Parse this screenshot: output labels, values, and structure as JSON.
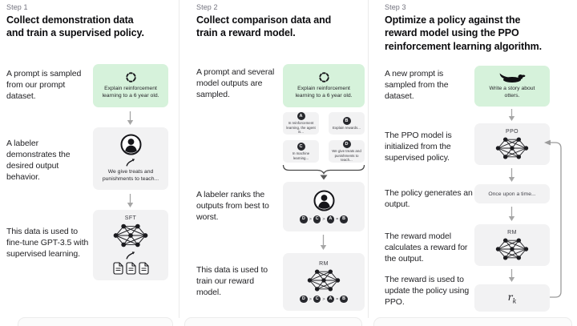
{
  "palette": {
    "green_box": "#d6f2db",
    "gray_box": "#f2f2f3",
    "dark_circle": "#27282d",
    "step_label_color": "#72727e",
    "arrow_color": "#a6a6a6",
    "divider_color": "#ebebeb"
  },
  "step1": {
    "label": "Step 1",
    "heading_lines": [
      "Collect demonstration data",
      "and train a supervised policy."
    ],
    "caption_prompt": "A prompt is sampled from our prompt dataset.",
    "prompt_text": "Explain reinforcement learning to a 6 year old.",
    "caption_labeler": "A labeler demonstrates the desired output behavior.",
    "labeler_text": "We give treats and punishments to teach...",
    "caption_finetune": "This data is used to fine-tune GPT-3.5 with supervised learning.",
    "model_label": "SFT"
  },
  "step2": {
    "label": "Step 2",
    "heading_lines": [
      "Collect comparison data and",
      "train a reward model."
    ],
    "caption_prompt": "A prompt and several model outputs are sampled.",
    "prompt_text": "Explain reinforcement learning to a 6 year old.",
    "answers": [
      {
        "letter": "A",
        "text": "In reinforcement learning, the agent is..."
      },
      {
        "letter": "B",
        "text": "Explain rewards..."
      },
      {
        "letter": "C",
        "text": "In machine learning..."
      },
      {
        "letter": "D",
        "text": "We give treats and punishments to teach..."
      }
    ],
    "caption_rank": "A labeler ranks the outputs from best to worst.",
    "ranking": {
      "letters": [
        "D",
        "C",
        "A",
        "B"
      ],
      "seps": [
        ">",
        ">",
        "="
      ]
    },
    "caption_train": "This data is used to train our reward model.",
    "model_label": "RM"
  },
  "step3": {
    "label": "Step 3",
    "heading_lines": [
      "Optimize a policy against the",
      "reward model using the PPO",
      "reinforcement learning algorithm."
    ],
    "caption_prompt": "A new prompt is sampled from the dataset.",
    "prompt_text": "Write a story about otters.",
    "caption_ppo": "The PPO model is initialized from the supervised policy.",
    "ppo_label": "PPO",
    "caption_output": "The policy generates an output.",
    "output_text": "Once upon a time...",
    "caption_reward": "The reward model calculates a reward for the output.",
    "rm_label": "RM",
    "caption_update": "The reward is used to update the policy using PPO.",
    "reward_var": "r",
    "reward_sub": "k"
  }
}
